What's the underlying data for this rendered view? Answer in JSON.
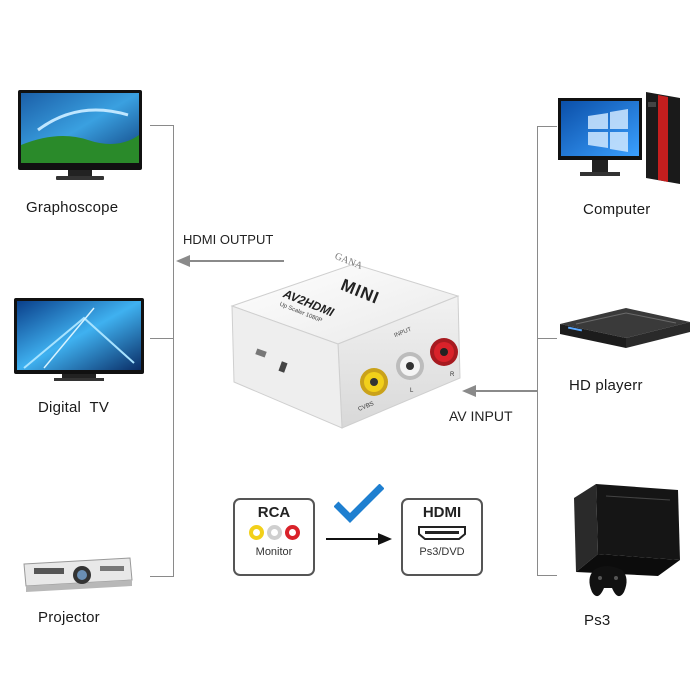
{
  "devices_left": {
    "graphoscope": "Graphoscope",
    "digital_tv": "Digital  TV",
    "projector": "Projector"
  },
  "devices_right": {
    "computer": "Computer",
    "hd_player": "HD playerr",
    "ps3": "Ps3"
  },
  "arrows": {
    "hdmi_output": "HDMI OUTPUT",
    "av_input": "AV INPUT"
  },
  "converter": {
    "brand": "GANA",
    "model": "MINI",
    "subtitle": "AV2HDMI",
    "spec": "Up Scaler 1080P",
    "input_label": "INPUT",
    "port_cvbs": "CVBS",
    "port_l": "L",
    "port_r": "R"
  },
  "rca_badge": {
    "title": "RCA",
    "caption": "Monitor"
  },
  "hdmi_badge": {
    "title": "HDMI",
    "caption": "Ps3/DVD"
  },
  "colors": {
    "check": "#1e7fd0",
    "rca_yellow": "#f2d01a",
    "rca_red": "#d9222a"
  }
}
